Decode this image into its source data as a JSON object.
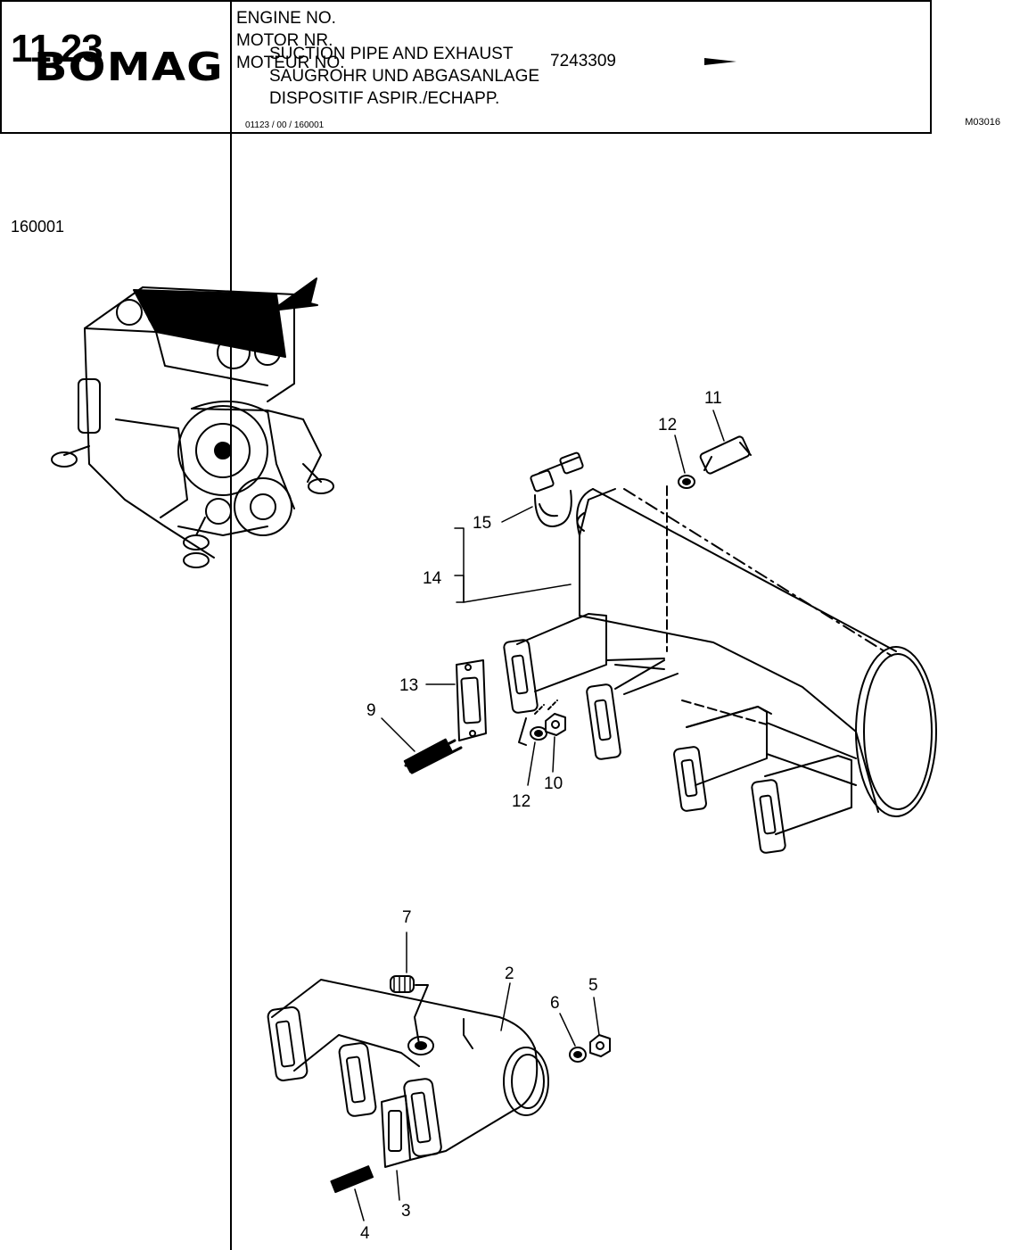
{
  "header": {
    "section_number": "11.23",
    "engine_labels": [
      "ENGINE NO.",
      "MOTOR  NR.",
      "MOTEUR NO."
    ],
    "engine_number": "7243309",
    "arrow_icon": "right-arrow-icon"
  },
  "title_box": {
    "brand": "BOMAG",
    "title_lines": [
      "SUCTION PIPE AND EXHAUST",
      "SAUGROHR UND ABGASANLAGE",
      "DISPOSITIF ASPIR./ECHAPP."
    ],
    "doc_code": "01123 / 00 / 160001",
    "drawing_code": "M03016"
  },
  "page_ref": "160001",
  "callouts": {
    "c1": "11",
    "c2": "12",
    "c3": "15",
    "c4": "14",
    "c5": "13",
    "c6": "9",
    "c7": "12",
    "c8": "10",
    "c9": "7",
    "c10": "2",
    "c11": "6",
    "c12": "5",
    "c13": "3",
    "c14": "4"
  }
}
